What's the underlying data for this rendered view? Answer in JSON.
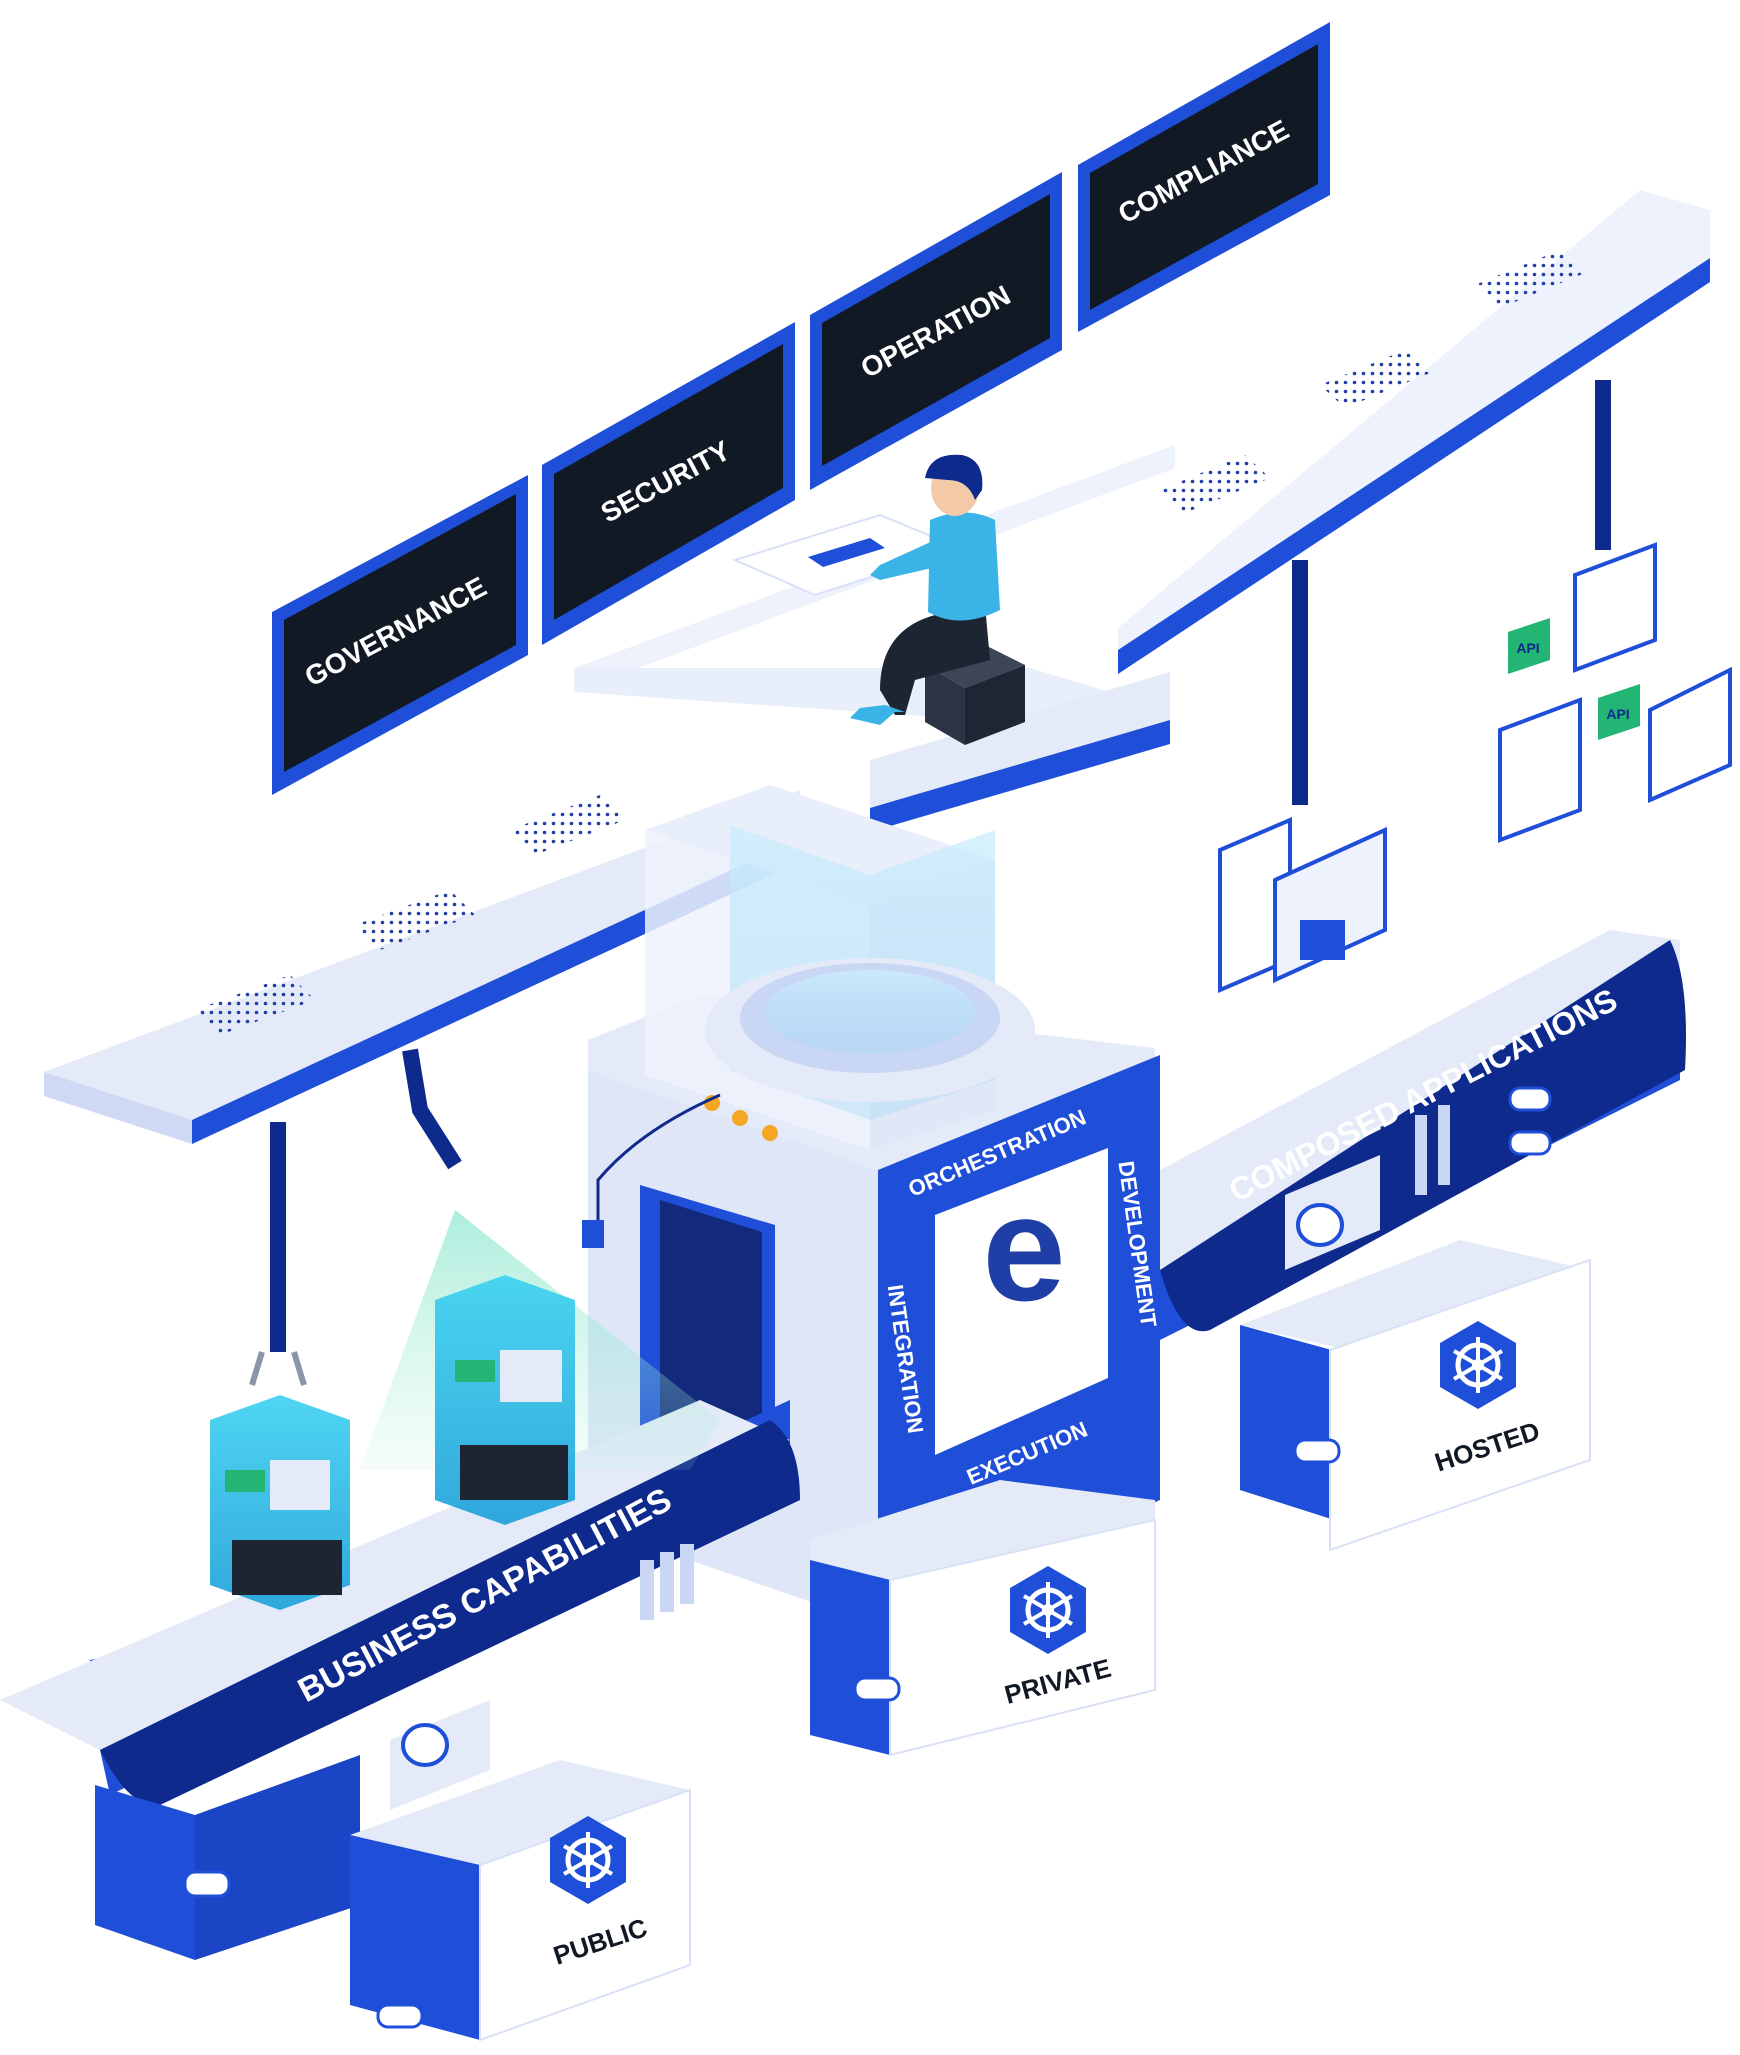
{
  "monitors": [
    {
      "label": "GOVERNANCE"
    },
    {
      "label": "SECURITY"
    },
    {
      "label": "OPERATION"
    },
    {
      "label": "COMPLIANCE"
    }
  ],
  "machine": {
    "logo": "e",
    "sides": {
      "top": "ORCHESTRATION",
      "right": "DEVELOPMENT",
      "left": "INTEGRATION",
      "bottom": "EXECUTION"
    }
  },
  "conveyors": {
    "left": {
      "label": "BUSINESS CAPABILITIES"
    },
    "right": {
      "label": "COMPOSED APPLICATIONS"
    }
  },
  "clusters": [
    {
      "label": "PUBLIC",
      "icon": "kubernetes-icon"
    },
    {
      "label": "PRIVATE",
      "icon": "kubernetes-icon"
    },
    {
      "label": "HOSTED",
      "icon": "kubernetes-icon"
    }
  ],
  "api_badges": [
    {
      "label": "API"
    },
    {
      "label": "API"
    }
  ],
  "colors": {
    "brand_blue": "#1f4fd8",
    "navy": "#0e2a8c",
    "surface": "#eef2fc",
    "screen": "#111a24",
    "cyan": "#2ec9e8",
    "green": "#22b573",
    "orange": "#f5a623"
  }
}
